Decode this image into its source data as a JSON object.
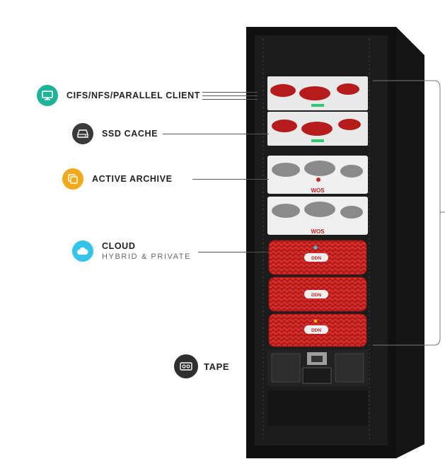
{
  "labels": {
    "client": "CIFS/NFS/PARALLEL CLIENT",
    "ssd": "SSD CACHE",
    "archive": "ACTIVE ARCHIVE",
    "cloud_title": "CLOUD",
    "cloud_sub": "HYBRID & PRIVATE",
    "tape": "TAPE"
  },
  "unit_brand": {
    "wos": "WOS",
    "ddn": "DDN"
  },
  "icons": {
    "client": "monitor-icon",
    "ssd": "drive-icon",
    "archive": "folders-icon",
    "cloud": "cloud-icon",
    "tape": "tape-icon"
  },
  "colors": {
    "client": "#1fb39a",
    "ssd": "#3a3a3a",
    "archive": "#f2a91c",
    "cloud": "#35c3ea",
    "tape": "#2e2e2e",
    "rack": "#111111",
    "accent_red": "#c62828"
  }
}
